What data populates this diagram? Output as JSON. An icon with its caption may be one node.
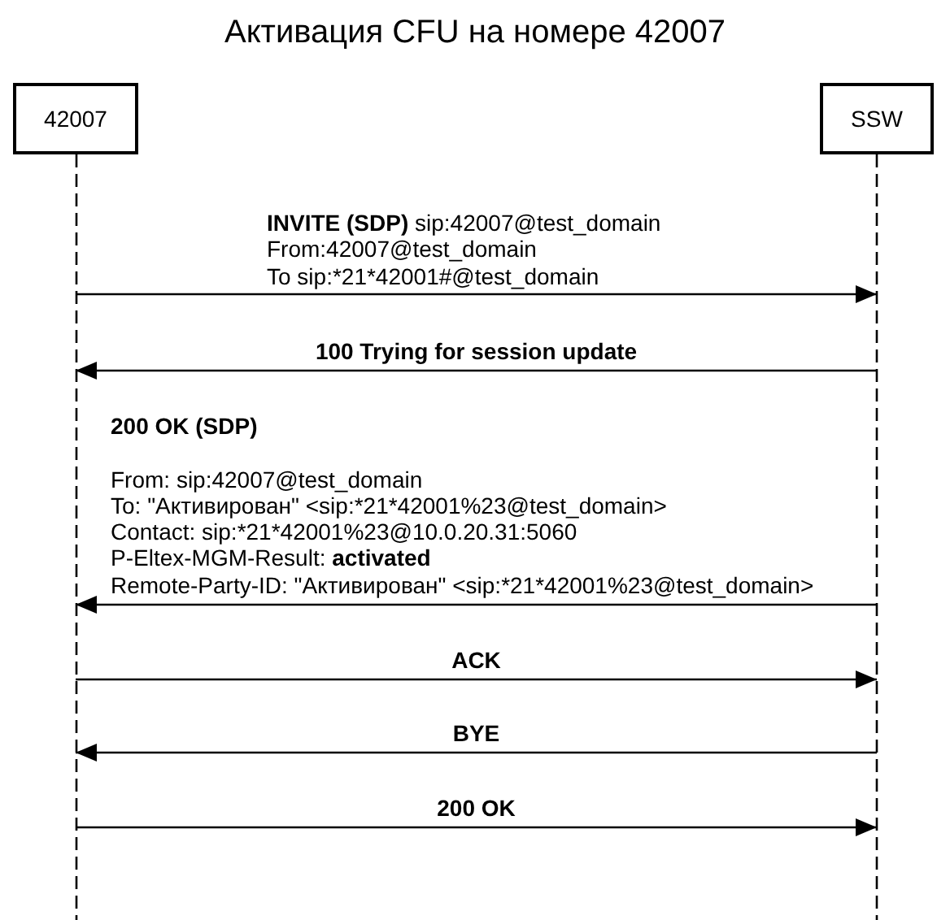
{
  "diagram": {
    "title": "Активация CFU на номере 42007",
    "nodes": [
      {
        "text": [
          "42007"
        ]
      },
      {
        "text": [
          "SSW"
        ]
      }
    ],
    "edges": [
      {
        "from": 0,
        "to": 1,
        "arrow": "to",
        "label": "**INVITE (SDP)** sip:42007@test_domain From:42007@test_domain To sip:*21*42001#@test_domain"
      },
      {
        "from": 1,
        "to": 0,
        "arrow": "to",
        "label": "100 Trying for session update"
      },
      {
        "from": 1,
        "to": 0,
        "arrow": "to",
        "label": "**200 OK (SDP)** From: sip:42007@test_domain To: \"Активирован\" <sip:*21*42001%23@test_domain> Contact: sip:*21*42001%23@10.0.20.31:5060 P-Eltex-MGM-Result: **activated** Remote-Party-ID: \"Активирован\" <sip:*21*42001%23@test_domain>"
      },
      {
        "from": 0,
        "to": 1,
        "arrow": "to",
        "label": "ACK"
      },
      {
        "from": 1,
        "to": 0,
        "arrow": "to",
        "label": "BYE"
      },
      {
        "from": 0,
        "to": 1,
        "arrow": "to",
        "label": "200 OK"
      }
    ]
  }
}
